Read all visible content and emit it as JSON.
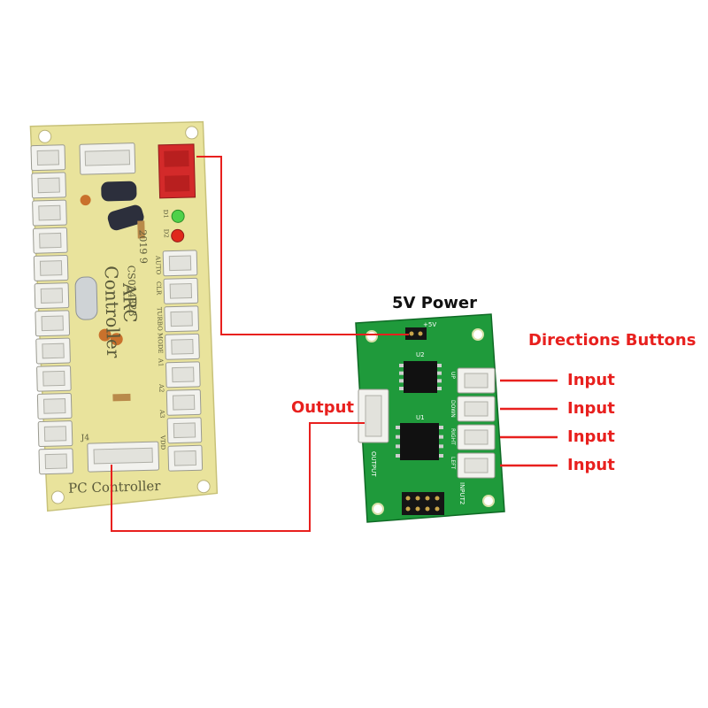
{
  "labels": {
    "power": "5V Power",
    "directions": "Directions Buttons",
    "output": "Output",
    "inputs": [
      "Input",
      "Input",
      "Input",
      "Input"
    ]
  },
  "left_board": {
    "silk_title_1": "ARC",
    "silk_title_2": "Controller",
    "silk_bottom": "PC Controller",
    "silk_date": "2019 9",
    "silk_id": "CS024323",
    "silk_j4": "J4",
    "pin_labels": [
      "AUTO",
      "CLR",
      "TURBO",
      "MODE",
      "A1",
      "A2",
      "A3",
      "VDD"
    ],
    "led_labels": [
      "D1",
      "D2"
    ]
  },
  "right_board": {
    "silk_power": "+5V",
    "silk_u2": "U2",
    "silk_u1": "U1",
    "silk_output": "OUTPUT",
    "silk_input": "INPUT",
    "silk_input2": "INPUT2",
    "dir_labels": [
      "UP",
      "DOWN",
      "RIGHT",
      "LEFT"
    ]
  },
  "colors": {
    "wire": "#e8201e",
    "yellow_pcb": "#e8e29a",
    "green_pcb": "#1d9a3a",
    "connector": "#f2f2ee",
    "red_header": "#d32a2a"
  }
}
